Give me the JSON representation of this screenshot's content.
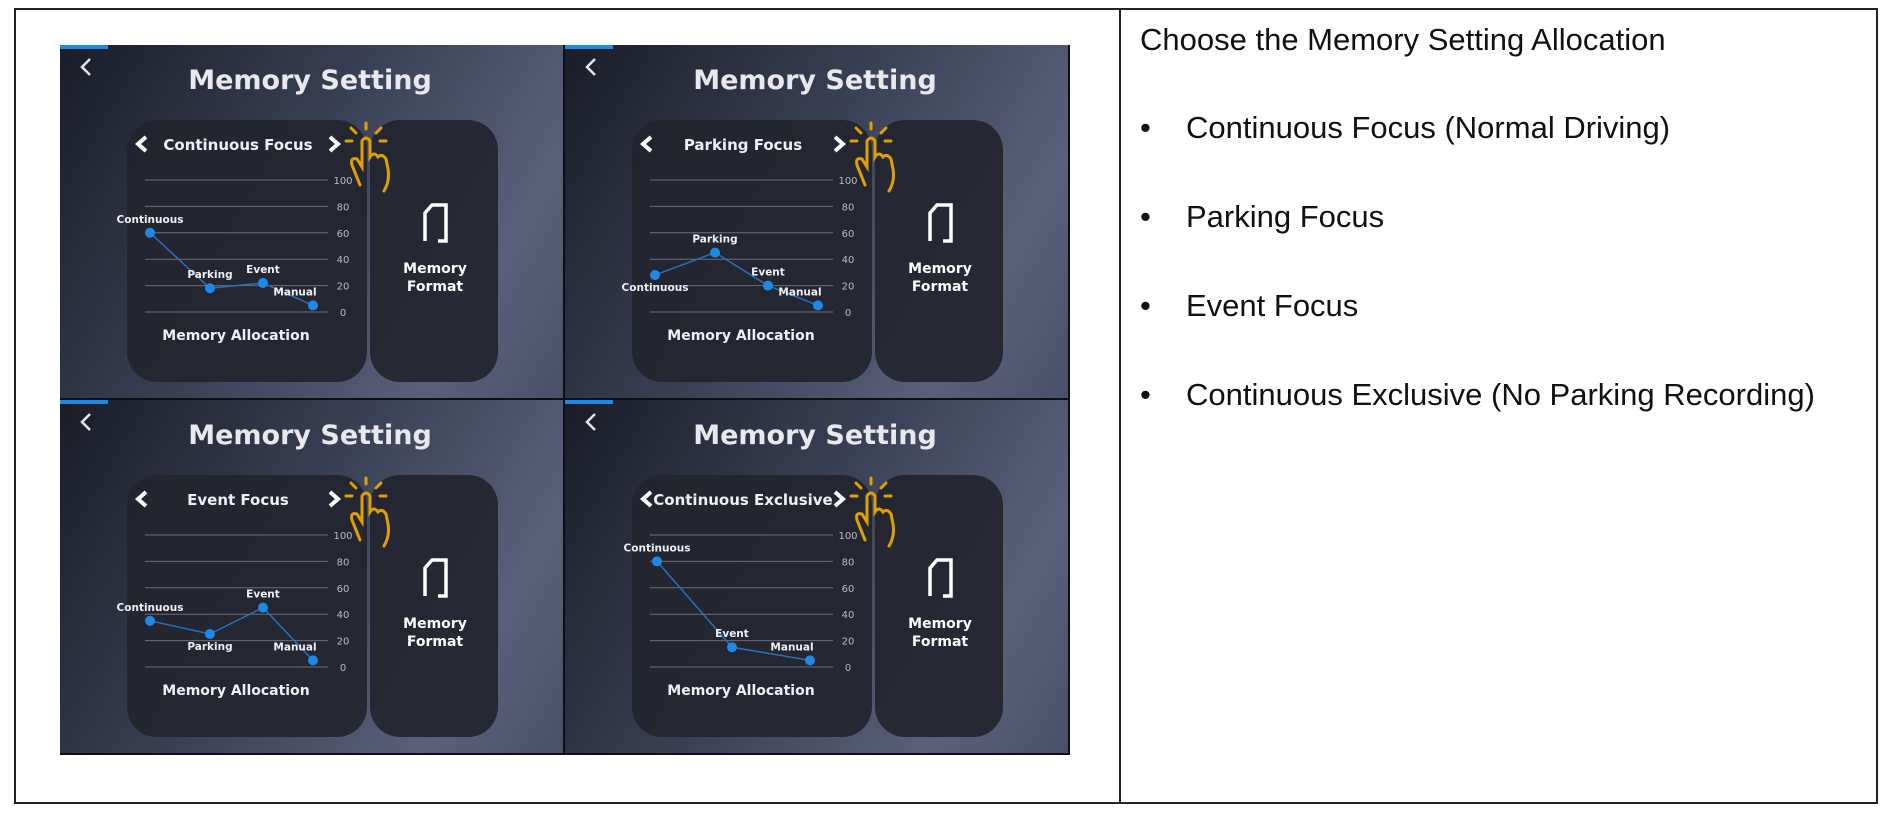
{
  "screen": {
    "title": "Memory Setting",
    "format_label_1": "Memory",
    "format_label_2": "Format",
    "chart_caption": "Memory Allocation",
    "accent_color": "#1e88e5",
    "hand_color": "#e0a000"
  },
  "chart_data": [
    {
      "type": "line",
      "title": "Continuous Focus",
      "ylim": [
        0,
        100
      ],
      "yticks": [
        0,
        20,
        40,
        60,
        80,
        100
      ],
      "points": [
        {
          "label": "Continuous",
          "value": 60
        },
        {
          "label": "Parking",
          "value": 18
        },
        {
          "label": "Event",
          "value": 22
        },
        {
          "label": "Manual",
          "value": 5
        }
      ]
    },
    {
      "type": "line",
      "title": "Parking Focus",
      "ylim": [
        0,
        100
      ],
      "yticks": [
        0,
        20,
        40,
        60,
        80,
        100
      ],
      "points": [
        {
          "label": "Continuous",
          "value": 28
        },
        {
          "label": "Parking",
          "value": 45
        },
        {
          "label": "Event",
          "value": 20
        },
        {
          "label": "Manual",
          "value": 5
        }
      ]
    },
    {
      "type": "line",
      "title": "Event Focus",
      "ylim": [
        0,
        100
      ],
      "yticks": [
        0,
        20,
        40,
        60,
        80,
        100
      ],
      "points": [
        {
          "label": "Continuous",
          "value": 35
        },
        {
          "label": "Parking",
          "value": 25
        },
        {
          "label": "Event",
          "value": 45
        },
        {
          "label": "Manual",
          "value": 5
        }
      ]
    },
    {
      "type": "line",
      "title": "Continuous Exclusive",
      "ylim": [
        0,
        100
      ],
      "yticks": [
        0,
        20,
        40,
        60,
        80,
        100
      ],
      "points": [
        {
          "label": "Continuous",
          "value": 80
        },
        {
          "label": "Event",
          "value": 15
        },
        {
          "label": "Manual",
          "value": 5
        }
      ]
    }
  ],
  "description": {
    "heading": "Choose the Memory Setting Allocation",
    "items": [
      "Continuous Focus (Normal Driving)",
      "Parking Focus",
      "Event Focus",
      "Continuous Exclusive (No Parking Recording)"
    ]
  }
}
